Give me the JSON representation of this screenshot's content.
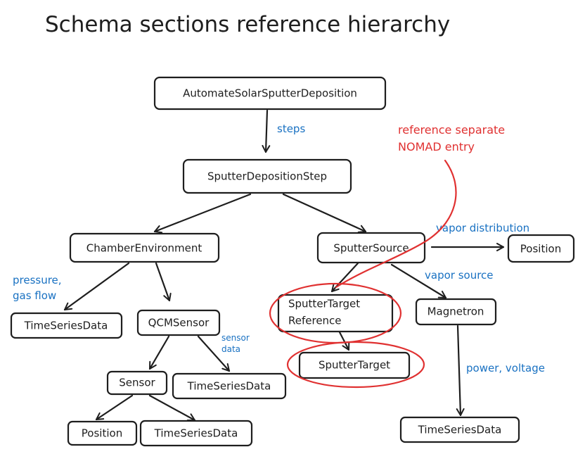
{
  "title": "Schema sections reference hierarchy",
  "colors": {
    "ink": "#1e1e1e",
    "edge_label": "#1971c2",
    "highlight": "#e03131"
  },
  "nodes": {
    "automate": "AutomateSolarSputterDeposition",
    "step": "SputterDepositionStep",
    "chamber": "ChamberEnvironment",
    "source": "SputterSource",
    "position_source": "Position",
    "ts_chamber": "TimeSeriesData",
    "qcm": "QCMSensor",
    "target_ref_line1": "SputterTarget",
    "target_ref_line2": "Reference",
    "magnetron": "Magnetron",
    "target": "SputterTarget",
    "sensor": "Sensor",
    "ts_qcm": "TimeSeriesData",
    "position_sensor": "Position",
    "ts_sensor": "TimeSeriesData",
    "ts_magnetron": "TimeSeriesData"
  },
  "edge_labels": {
    "steps": "steps",
    "vapor_distribution": "vapor distribution",
    "vapor_source": "vapor source",
    "pressure_line1": "pressure,",
    "pressure_line2": "gas flow",
    "sensor_data_line1": "sensor",
    "sensor_data_line2": "data",
    "power_voltage": "power, voltage"
  },
  "annotation": {
    "line1": "reference separate",
    "line2": "NOMAD entry"
  }
}
